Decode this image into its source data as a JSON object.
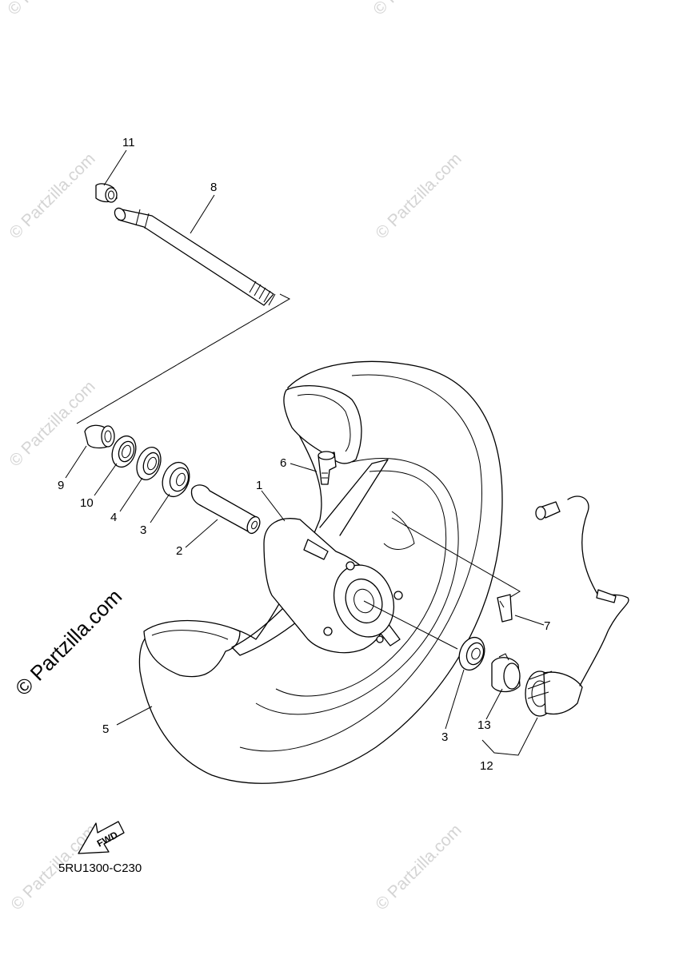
{
  "diagram": {
    "part_numbers": {
      "n1": "1",
      "n2": "2",
      "n3a": "3",
      "n3b": "3",
      "n4": "4",
      "n5": "5",
      "n6": "6",
      "n7": "7",
      "n8": "8",
      "n9": "9",
      "n10": "10",
      "n11": "11",
      "n12": "12",
      "n13": "13"
    },
    "fwd_label": "FWD",
    "reference_code": "5RU1300-C230"
  },
  "watermark": {
    "text": "© Partzilla.com",
    "large_text": "© Partzilla.com"
  }
}
